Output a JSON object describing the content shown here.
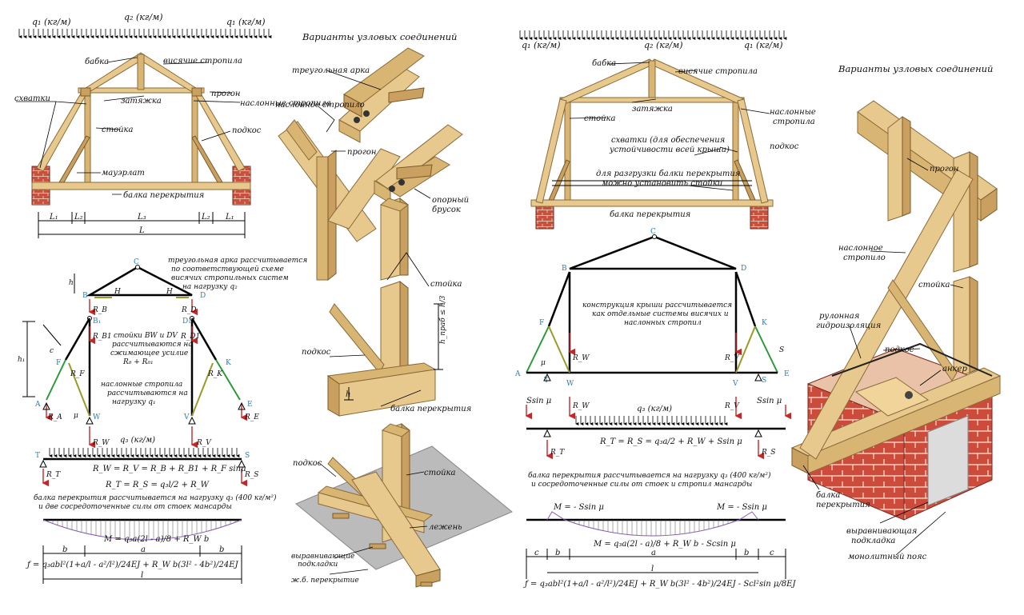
{
  "left": {
    "loads_top": {
      "q1a": "q₁ (кг/м)",
      "q2": "q₂ (кг/м)",
      "q1b": "q₁ (кг/м)"
    },
    "labels": {
      "babka": "бабка",
      "hanging_rafters": "висячие стропила",
      "tie": "затяжка",
      "purlin": "прогон",
      "braces": "схватки",
      "post": "стойка",
      "layered_rafters": "наслонные стропила",
      "strut": "подкос",
      "mauerlat": "мауэрлат",
      "floor_beam": "балка перекрытия"
    },
    "dims": {
      "l1a": "L₁",
      "l2a": "L₂",
      "l3": "L₃",
      "l2b": "L₂",
      "l1b": "L₁",
      "L": "L"
    },
    "scheme": {
      "arch_note": [
        "треугольная арка рассчитывается",
        "по соответствующей схеме",
        "висячих стропильных систем",
        "на нагрузку q₂"
      ],
      "post_note": [
        "стойки BW и DV",
        "рассчитываются на",
        "сжимающее усилие",
        "R₈ + R₈₁"
      ],
      "rafter_note": [
        "наслонные стропила",
        "рассчитываются на",
        "нагрузку q₁"
      ],
      "q3": "q₃ (кг/м)",
      "eq1": "R_W = R_V = R_B + R_B1 + R_F sinμ",
      "eq2": "R_T = R_S = q₃l/2 + R_W",
      "beam_note": [
        "балка перекрытия рассчитывается на  нагрузку q₃ (400 кг/м²)",
        "и две сосредоточенные силы от стоек мансарды"
      ],
      "moment": "M = q₃a(2l - a)/8 + R_W b",
      "b1": "b",
      "a": "a",
      "b2": "b",
      "l": "l",
      "deflection": "ƒ = q₃abl²(1+a/l - a²/l²)/24EJ + R_W b(3l² - 4b²)/24EJ",
      "points": {
        "C": "C",
        "B": "B",
        "D": "D",
        "H1": "H",
        "H2": "H",
        "h": "h",
        "h1": "h₁",
        "c": "c",
        "F": "F",
        "K": "K",
        "A": "A",
        "E": "E",
        "W": "W",
        "V": "V",
        "T": "T",
        "S": "S",
        "B1": "B₁",
        "D1": "D₁",
        "mu": "μ"
      },
      "forces": {
        "RB": "R_B",
        "RD": "R_D",
        "RB1": "R_B1",
        "RD1": "R_D1",
        "RF": "R_F",
        "RK": "R_K",
        "RA": "R_A",
        "RE": "R_E",
        "RW": "R_W",
        "RV": "R_V",
        "RT": "R_T",
        "RS": "R_S"
      }
    }
  },
  "middle": {
    "title": "Варианты узловых соединений",
    "labels": {
      "triangle_arch": "треугольная арка",
      "layered_rafter": "наслонное стропило",
      "purlin": "прогон",
      "support_bar": [
        "опорный",
        "брусок"
      ],
      "post": "стойка",
      "strut": "подкос",
      "h_note": "h_праб ≤ h/3",
      "floor_beam": "балка перекрытия",
      "h": "h",
      "strut2": "подкос",
      "post2": "стойка",
      "sill": "лежень",
      "leveling_pads": [
        "выравнивающие",
        "подкладки"
      ],
      "rc_floor": "ж.б. перекрытие"
    }
  },
  "right": {
    "loads_top": {
      "q1a": "q₁ (кг/м)",
      "q2": "q₂ (кг/м)",
      "q1b": "q₁ (кг/м)"
    },
    "labels": {
      "babka": "бабка",
      "hanging_rafters": "висячие стропила",
      "tie": "затяжка",
      "post": "стойка",
      "layered_rafters": [
        "наслонные",
        "стропила"
      ],
      "braces_note": [
        "схватки (для обеспечения",
        "устойчивости всей крыши)"
      ],
      "strut": "подкос",
      "unload_note": [
        "для разгрузки балки перекрытия",
        "можно установить стойки"
      ],
      "floor_beam": "балка перекрытия"
    },
    "scheme": {
      "note": [
        "конструкция крыши рассчитывается",
        "как отдельные системы висячих и",
        "наслонных стропил"
      ],
      "points": {
        "C": "C",
        "B": "B",
        "D": "D",
        "F": "F",
        "K": "K",
        "A": "A",
        "E": "E",
        "T": "T",
        "W": "W",
        "V": "V",
        "S": "S",
        "mu": "μ",
        "S2": "S"
      },
      "forces": {
        "RW": "R_W",
        "RV": "R_V",
        "RW2": "R_W",
        "RV2": "R_V",
        "RT": "R_T",
        "RS": "R_S"
      },
      "ssin1": "Ssin μ",
      "ssin2": "Ssin μ",
      "q3": "q₃ (кг/м)",
      "eq": "R_T = R_S = q₃a/2 + R_W + Ssin μ",
      "beam_note": [
        "балка перекрытия рассчитывается на нагрузку q₃ (400 кг/м²)",
        "и сосредоточенные силы от стоек и стропил мансарды"
      ],
      "m_left": "M = - Ssin μ",
      "m_right": "M = - Ssin μ",
      "moment": "M = q₃a(2l - a)/8 + R_W b - Scsin μ",
      "dims": {
        "c1": "c",
        "b1": "b",
        "a": "a",
        "b2": "b",
        "c2": "c",
        "l": "l"
      },
      "deflection": "ƒ = q₃abl²(1+a/l - a²/l²)/24EJ + R_W b(3l² - 4b²)/24EJ - Scl²sin μ/8EJ"
    }
  },
  "right_detail": {
    "title": "Варианты узловых соединений",
    "labels": {
      "purlin": "прогон",
      "layered_rafter": [
        "наслонное",
        "стропило"
      ],
      "post": "стойка",
      "roll_waterproof": [
        "рулонная",
        "гидроизоляция"
      ],
      "strut": "подкос",
      "anchor": "анкер",
      "floor_beam": [
        "балка",
        "перекрытия"
      ],
      "leveling_pad": [
        "выравнивающая",
        "подкладка"
      ],
      "mono_belt": "монолитный пояс"
    }
  }
}
